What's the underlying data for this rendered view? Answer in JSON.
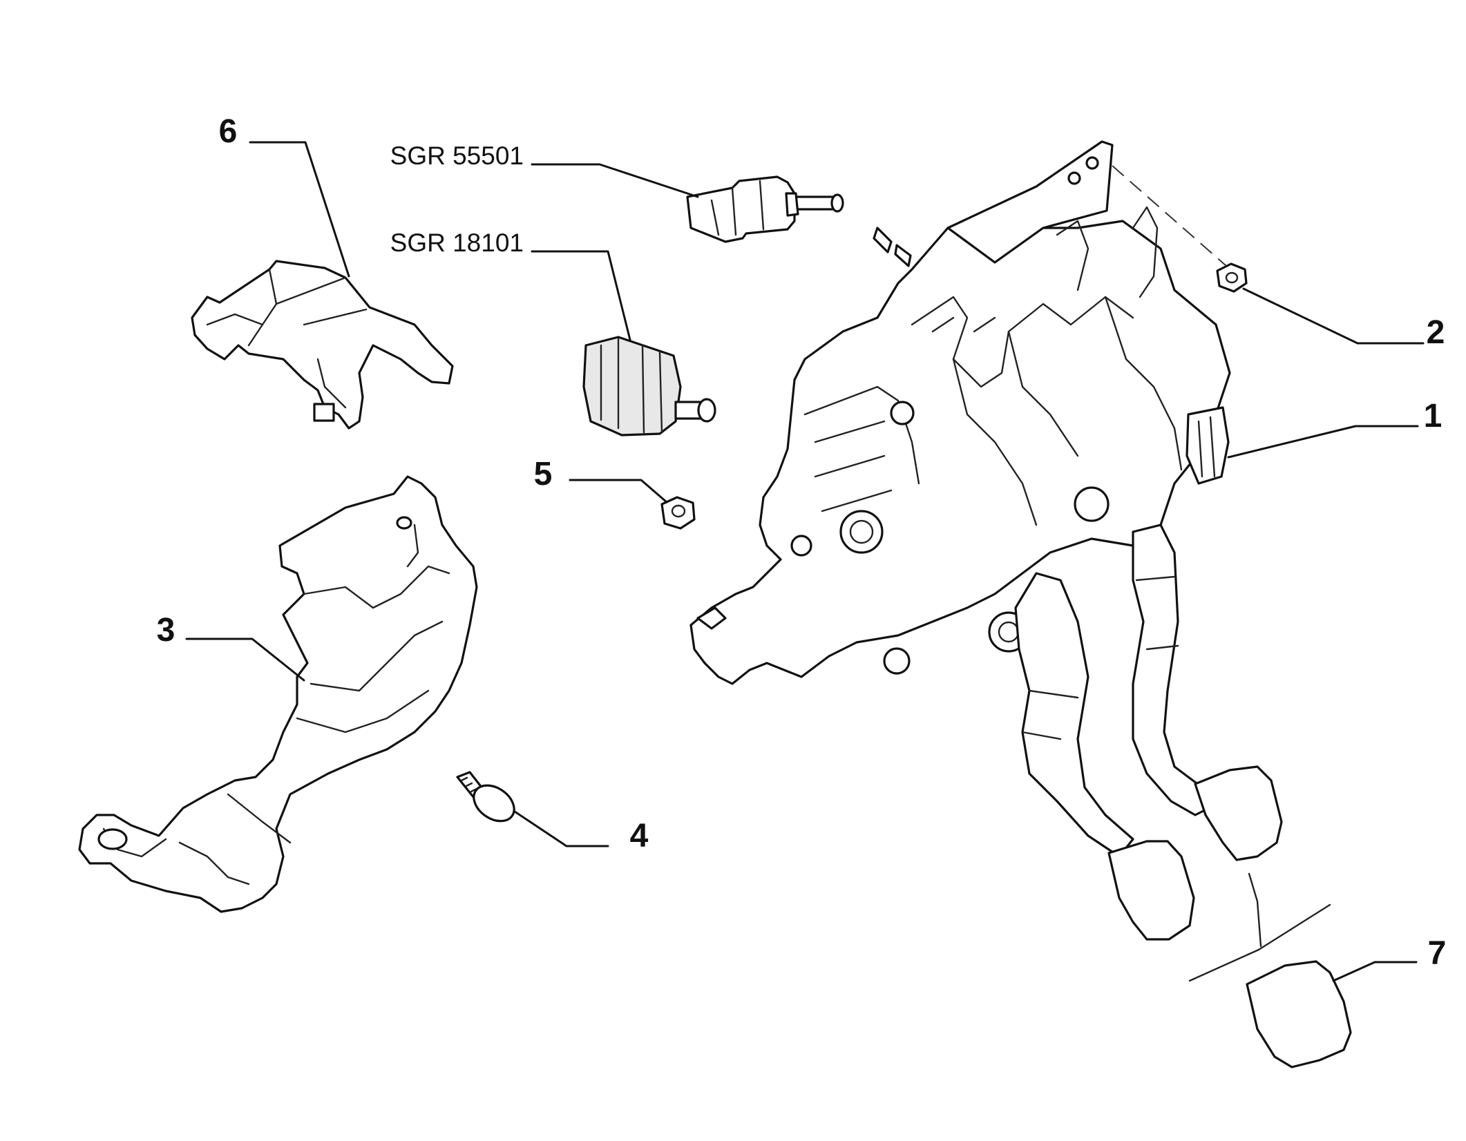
{
  "callouts": {
    "c1": "1",
    "c2": "2",
    "c3": "3",
    "c4": "4",
    "c5": "5",
    "c6": "6",
    "c7": "7"
  },
  "codes": {
    "sgr_55501": "SGR 55501",
    "sgr_18101": "SGR 18101"
  }
}
